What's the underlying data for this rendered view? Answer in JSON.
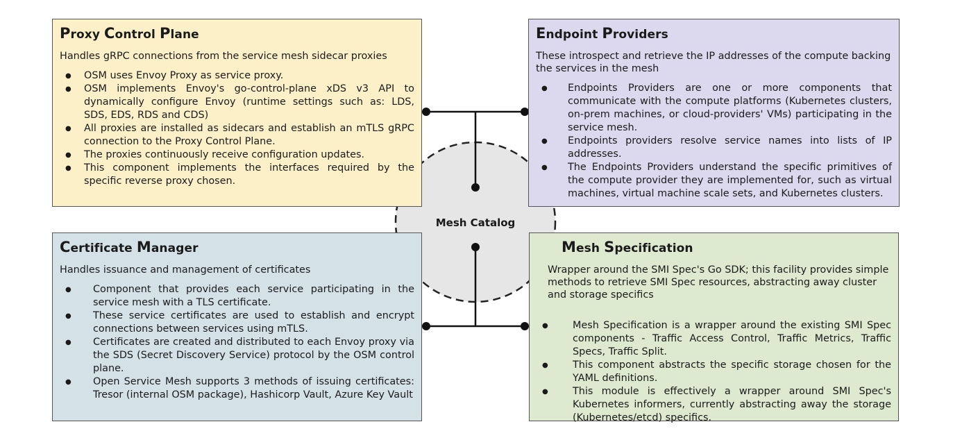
{
  "center": {
    "label": "Mesh Catalog"
  },
  "proxy_control_plane": {
    "title_cap1": "P",
    "title_rest1": "roxy ",
    "title_cap2": "C",
    "title_rest2": "ontrol ",
    "title_cap3": "P",
    "title_rest3": "lane",
    "intro": "Handles gRPC connections from the service mesh sidecar proxies",
    "items": [
      "OSM uses Envoy Proxy as service  proxy.",
      "OSM implements Envoy's go-control-plane xDS v3 API to dynamically configure Envoy (runtime settings such as: LDS, SDS, EDS, RDS and CDS)",
      "All proxies are installed as sidecars and establish an mTLS gRPC connection to the Proxy Control Plane.",
      "The proxies continuously receive configuration updates.",
      "This component implements the interfaces required by the specific reverse proxy chosen."
    ]
  },
  "endpoint_providers": {
    "title_cap1": "E",
    "title_rest1": "ndpoint ",
    "title_cap2": "P",
    "title_rest2": "roviders",
    "intro": "These introspect and retrieve the IP addresses of the compute backing the services in the mesh",
    "items": [
      "Endpoints Providers are one or more components that communicate with the compute platforms (Kubernetes clusters, on-prem machines, or cloud-providers' VMs) participating in the service mesh.",
      "Endpoints providers resolve service names into lists of IP addresses.",
      "The Endpoints Providers understand the specific primitives of the compute provider they are implemented for, such as virtual machines, virtual machine scale sets, and Kubernetes clusters."
    ]
  },
  "certificate_manager": {
    "title_cap1": "C",
    "title_rest1": "ertificate ",
    "title_cap2": "M",
    "title_rest2": "anager",
    "intro": "Handles issuance and management of certificates",
    "items": [
      "Component that provides each service participating in the service mesh with a TLS certificate.",
      "These service certificates are used to establish and encrypt connections between services using mTLS.",
      "Certificates are created and distributed to each Envoy proxy via the SDS (Secret Discovery Service) protocol by the OSM control plane.",
      "Open Service Mesh supports 3 methods of issuing certificates: Tresor (internal OSM package), Hashicorp Vault, Azure Key Vault"
    ]
  },
  "mesh_specification": {
    "title_cap1": "M",
    "title_rest1": "esh ",
    "title_cap2": "S",
    "title_rest2": "pecification",
    "intro": "Wrapper around the SMI Spec's Go SDK; this facility provides simple methods to retrieve SMI Spec resources, abstracting away cluster and storage specifics",
    "items": [
      "Mesh Specification is a wrapper around the existing SMI Spec components - Traffic Access Control, Traffic Metrics, Traffic Specs, Traffic Split.",
      "This component abstracts the specific storage chosen for the YAML definitions.",
      "This module is effectively a wrapper around SMI Spec's Kubernetes informers, currently abstracting away the storage (Kubernetes/etcd) specifics."
    ]
  }
}
